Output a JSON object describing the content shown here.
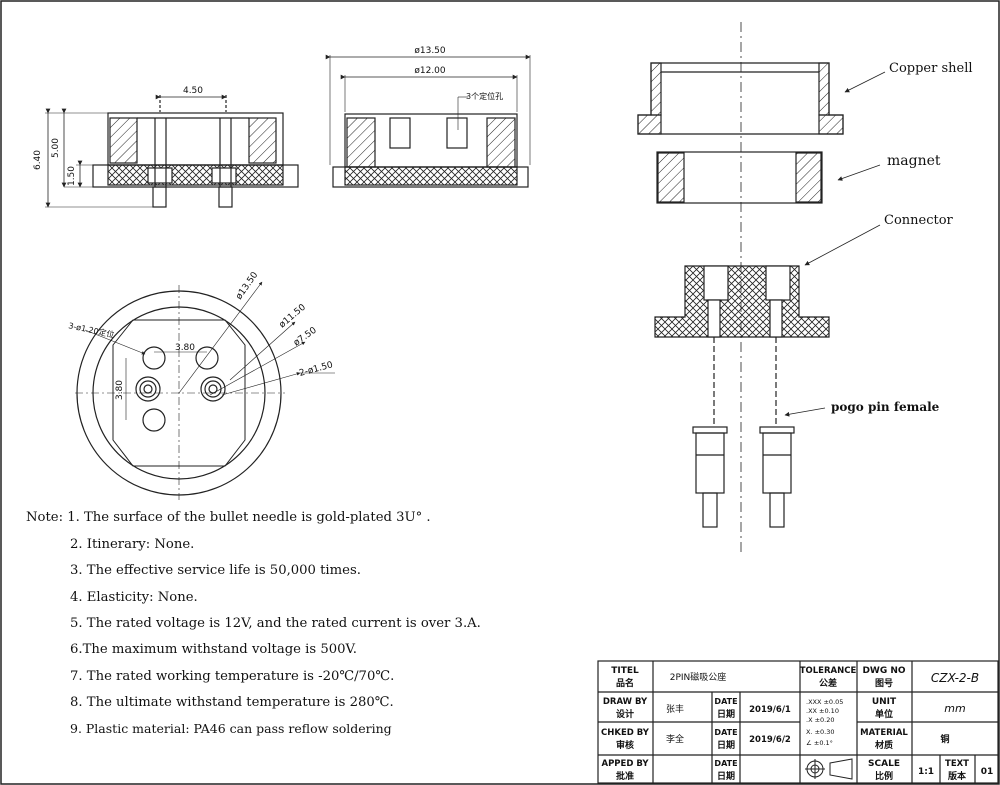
{
  "dimensions": {
    "width": "4.50",
    "height_total": "6.40",
    "height_body": "5.00",
    "height_flange": "1.50",
    "dia_outer": "ø13.50",
    "dia_inner": "ø12.00",
    "hole_note": "3个定位孔",
    "plan_dia_outer": "ø13.50",
    "plan_dia_mid": "ø11.50",
    "plan_dia_in": "ø7.50",
    "pin_holes": "2-ø1.50",
    "locate_holes": "3-ø1.20定位",
    "pitch_h": "3.80",
    "pitch_v": "3.80"
  },
  "labels": {
    "copper_shell": "Copper shell",
    "magnet": "magnet",
    "connector": "Connector",
    "pogo_pin": "pogo pin female"
  },
  "notes": [
    "Note: 1. The surface of the bullet needle is gold-plated 3U° .",
    "2. Itinerary: None.",
    "3. The effective service life is 50,000 times.",
    "4. Elasticity: None.",
    "5. The rated voltage is 12V, and the rated current is over 3.A.",
    "6.The maximum withstand voltage is 500V.",
    "7. The rated working temperature is -20℃/70℃.",
    "8. The ultimate withstand temperature is 280℃.",
    "9. Plastic material: PA46 can pass reflow soldering"
  ],
  "title_block": {
    "title_hdr": "TITEL",
    "title_hdr_cn": "品名",
    "title_val": "2PIN磁吸公座",
    "tol_hdr": "TOLERANCE",
    "tol_hdr_cn": "公差",
    "dwg_hdr": "DWG NO",
    "dwg_hdr_cn": "图号",
    "dwg_no": "CZX-2-B",
    "drawn_hdr": "DRAW BY",
    "drawn_hdr_cn": "设计",
    "drawn_by": "张丰",
    "date_hdr": "DATE",
    "date_hdr_cn": "日期",
    "date1": "2019/6/1",
    "unit_hdr": "UNIT",
    "unit_hdr_cn": "单位",
    "unit": "mm",
    "checked_hdr": "CHKED BY",
    "checked_hdr_cn": "审核",
    "checked_by": "李全",
    "date2": "2019/6/2",
    "material_hdr": "MATERIAL",
    "material_hdr_cn": "材质",
    "material": "铜",
    "approved_hdr": "APPED BY",
    "approved_hdr_cn": "批准",
    "scale_hdr": "SCALE",
    "scale_hdr_cn": "比例",
    "scale": "1:1",
    "rev_hdr": "TEXT",
    "rev_hdr_cn": "版本",
    "rev": "01",
    "tol_rows": [
      ".XXX ±0.05",
      ".XX  ±0.10",
      ".X   ±0.20",
      "X.   ±0.30",
      "∠   ±0.1°"
    ]
  }
}
